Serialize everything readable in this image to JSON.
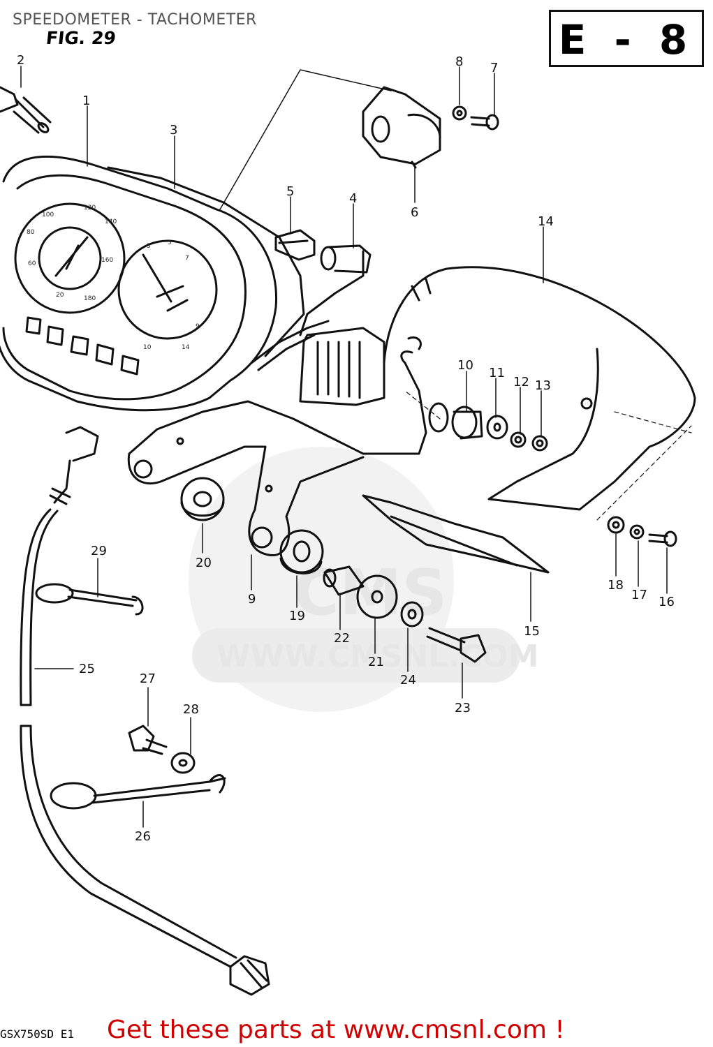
{
  "header": {
    "title": "SPEEDOMETER - TACHOMETER",
    "figure": "FIG. 29",
    "code": "E - 8"
  },
  "watermark": {
    "brand": "CMS",
    "url": "WWW.CMSNL.COM"
  },
  "callouts": [
    "1",
    "2",
    "3",
    "4",
    "5",
    "6",
    "7",
    "8",
    "9",
    "10",
    "11",
    "12",
    "13",
    "14",
    "15",
    "16",
    "17",
    "18",
    "19",
    "20",
    "21",
    "22",
    "23",
    "24",
    "25",
    "26",
    "27",
    "28",
    "29"
  ],
  "footer": {
    "model_code": "GSX750SD E1",
    "cta": "Get these parts at www.cmsnl.com !"
  },
  "colors": {
    "line": "#111111",
    "cta": "#d00000",
    "watermark": "#e6e6e6"
  }
}
